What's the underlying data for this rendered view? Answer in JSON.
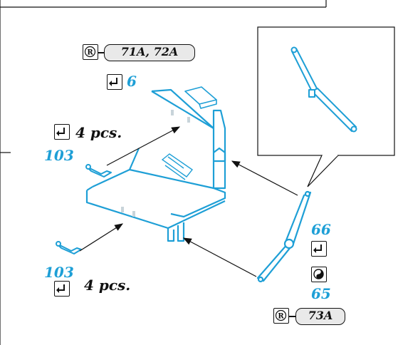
{
  "refs": {
    "top_ref": "71A, 72A",
    "bottom_ref": "73A"
  },
  "parts": {
    "screw_6": "6",
    "screw_103_top": "103",
    "screw_103_bottom": "103",
    "part_66": "66",
    "part_65": "65"
  },
  "quantities": {
    "top": "4 pcs.",
    "bottom": "4 pcs."
  },
  "icons": [
    "r-badge-icon",
    "screwdriver-icon",
    "glue-icon"
  ],
  "colors": {
    "accent": "#1e9fd6",
    "line": "#111111",
    "pill_bg": "#e9e9e9"
  }
}
